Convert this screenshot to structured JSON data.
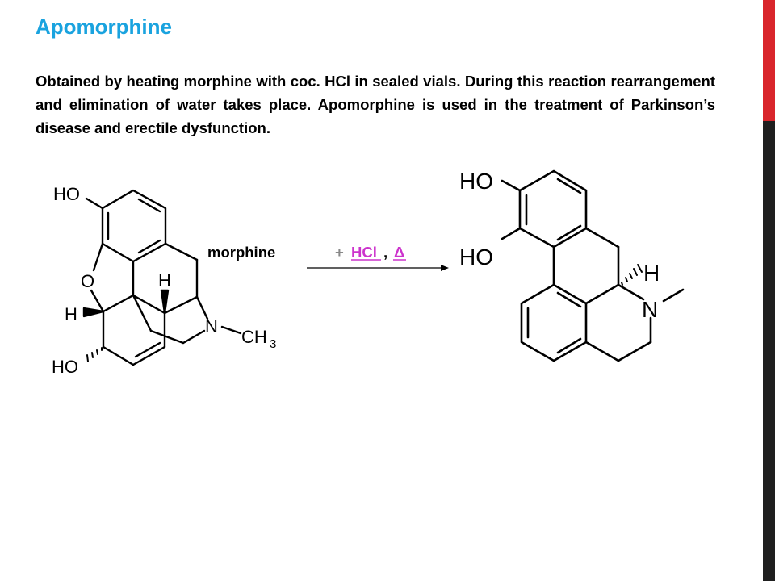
{
  "slide": {
    "title": "Apomorphine",
    "body": "Obtained by heating morphine with coc. HCl in sealed vials. During this reaction rearrangement and elimination of water takes place. Apomorphine is used in the treatment of Parkinson’s disease and erectile dysfunction."
  },
  "reaction": {
    "reactant_label": "morphine",
    "reagent_plus": "+",
    "reagent": "HCl",
    "reagent_separator": ",",
    "heat_symbol": "Δ"
  },
  "morphine_structure": {
    "labels": {
      "ho_top": "HO",
      "o_bridge": "O",
      "h_left": "H",
      "h_top": "H",
      "n": "N",
      "ch3": "CH",
      "ch3_sub": "3",
      "ho_bottom": "HO"
    }
  },
  "apomorphine_structure": {
    "labels": {
      "ho_top": "HO",
      "ho_bottom": "HO",
      "h": "H",
      "n": "N"
    }
  },
  "colors": {
    "title": "#1aa3df",
    "reagent": "#cc33cc",
    "accent": "#d9262c",
    "sidebar": "#1f1f1f"
  }
}
